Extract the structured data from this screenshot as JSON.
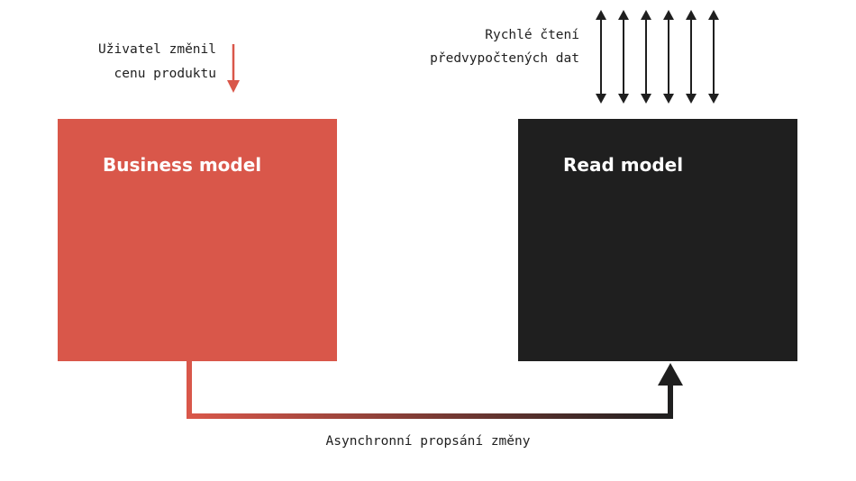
{
  "business_model": {
    "label": "Business model",
    "color": "#d9574a"
  },
  "read_model": {
    "label": "Read model",
    "color": "#1f1f1f"
  },
  "user_change_note": {
    "line1": "Uživatel změnil",
    "line2": "cenu produktu"
  },
  "fast_read_note": {
    "line1": "Rychlé čtení",
    "line2": "předvypočtených dat"
  },
  "async_label": "Asynchronní propsání změny",
  "read_arrow_count": 6
}
